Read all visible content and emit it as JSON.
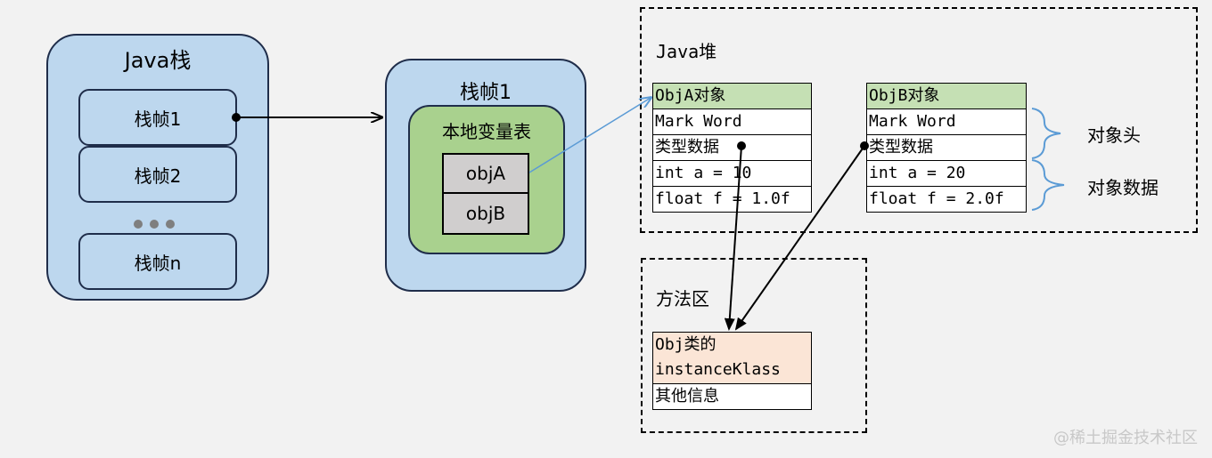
{
  "java_stack": {
    "title": "Java栈",
    "frames": [
      "栈帧1",
      "栈帧2",
      "栈帧n"
    ]
  },
  "stack_frame_detail": {
    "title": "栈帧1",
    "local_var_table_title": "本地变量表",
    "vars": [
      "objA",
      "objB"
    ]
  },
  "heap": {
    "title": "Java堆",
    "objA": {
      "rows": [
        "ObjA对象",
        "Mark Word",
        "类型数据",
        "int a = 10",
        "float f = 1.0f"
      ]
    },
    "objB": {
      "rows": [
        "ObjB对象",
        "Mark Word",
        "类型数据",
        "int a = 20",
        "float f = 2.0f"
      ]
    },
    "brace_labels": [
      "对象头",
      "对象数据"
    ]
  },
  "method_area": {
    "title": "方法区",
    "klass_rows": [
      "Obj类的\ninstanceKlass",
      "其他信息"
    ]
  },
  "watermark": "@稀土掘金技术社区",
  "colors": {
    "panel_blue": "#bdd7ee",
    "panel_green": "#a9d18e",
    "header_green": "#c5e0b4",
    "klass_peach": "#fbe5d6",
    "arrow_blue": "#5b9bd5"
  }
}
